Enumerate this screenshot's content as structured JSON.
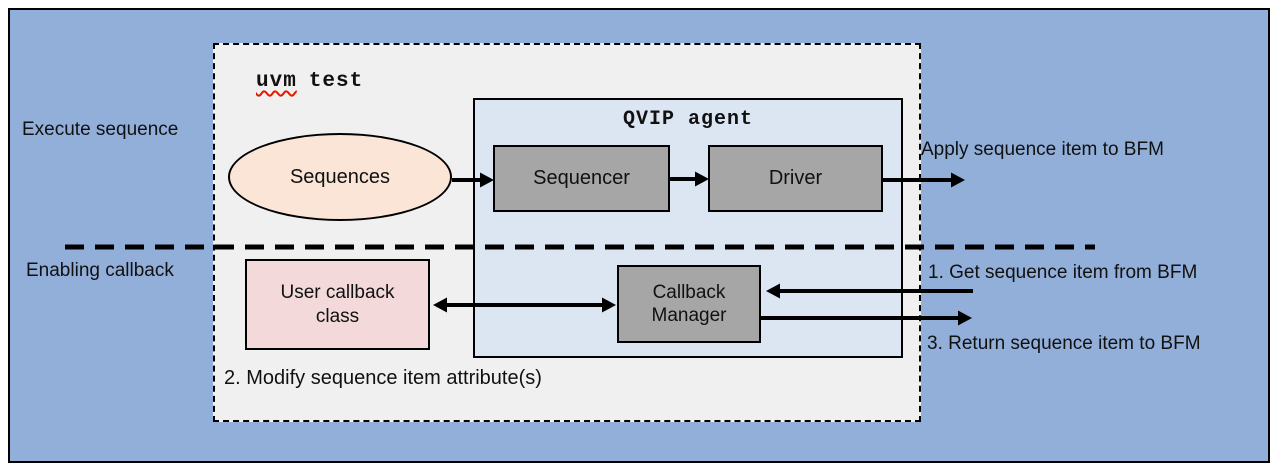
{
  "diagram": {
    "uvm_test_label": {
      "underlined_word": "uvm",
      "rest_word": "test"
    },
    "qvip_agent_label": "QVIP agent",
    "nodes": {
      "sequences": "Sequences",
      "sequencer": "Sequencer",
      "driver": "Driver",
      "user_callback_class": "User callback class",
      "callback_manager": "Callback Manager"
    },
    "section_labels": {
      "execute_sequence": "Execute sequence",
      "enabling_callback": "Enabling callback"
    },
    "annotations": {
      "apply": "Apply sequence item to BFM",
      "get": "1. Get sequence item from BFM",
      "return_item": "3. Return sequence item to BFM",
      "modify": "2. Modify sequence item attribute(s)"
    },
    "colors": {
      "background_blue": "#92AFD9",
      "uvm_box_fill": "#F0F0F0",
      "qvip_box_fill": "#DCE6F2",
      "gray_node_fill": "#A6A6A6",
      "sequences_fill": "#FBE5D6",
      "user_callback_fill": "#F3D9D9",
      "border": "#000000",
      "spellcheck_underline": "#E11A00"
    }
  }
}
